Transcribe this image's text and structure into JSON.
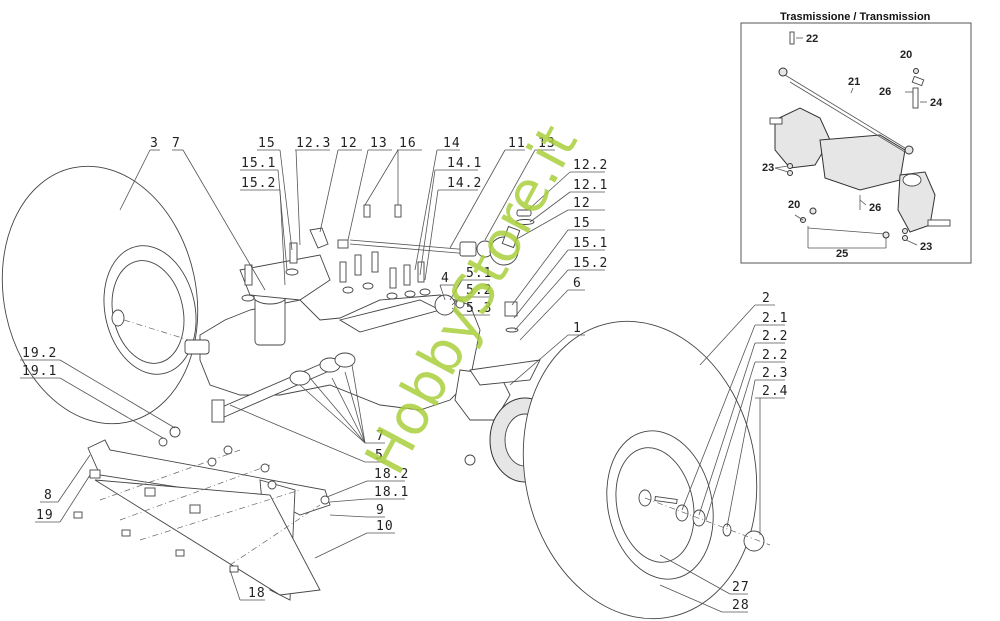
{
  "diagram": {
    "type": "exploded-parts-diagram",
    "inset": {
      "title": "Trasmissione / Transmission",
      "labels": [
        "22",
        "21",
        "20",
        "26",
        "24",
        "23",
        "26",
        "20",
        "25",
        "23"
      ]
    },
    "callouts": {
      "top": [
        "3",
        "7",
        "15",
        "12.3",
        "12",
        "13",
        "16",
        "14",
        "11",
        "13"
      ],
      "left_stack": [
        "15.1",
        "15.2"
      ],
      "right_stack_a": [
        "14.1",
        "14.2"
      ],
      "right_cluster": [
        "12.2",
        "12.1",
        "12",
        "15",
        "15.1",
        "15.2",
        "6",
        "1"
      ],
      "center": [
        "4",
        "5.1",
        "5.2",
        "5.3"
      ],
      "wheel_right": [
        "2",
        "2.1",
        "2.2",
        "2.2",
        "2.3",
        "2.4"
      ],
      "bottom_left": [
        "19.2",
        "19.1",
        "8",
        "19"
      ],
      "bottom_center": [
        "7",
        "5",
        "18.2",
        "18.1",
        "9",
        "10",
        "18"
      ],
      "bottom_right": [
        "27",
        "28"
      ]
    },
    "watermark": "HobbyStore.it"
  },
  "colors": {
    "watermark": "#a9cf3c",
    "line": "#555555",
    "background": "#ffffff"
  }
}
